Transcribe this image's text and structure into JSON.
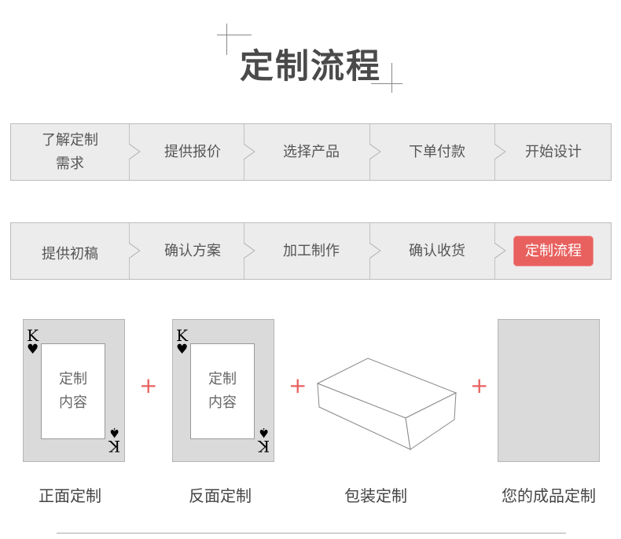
{
  "header": {
    "title": "定制流程"
  },
  "steps_row_1": [
    {
      "label_line1": "了解定制",
      "label_line2": "需求"
    },
    {
      "label_line1": "提供报价",
      "label_line2": ""
    },
    {
      "label_line1": "选择产品",
      "label_line2": ""
    },
    {
      "label_line1": "下单付款",
      "label_line2": ""
    },
    {
      "label_line1": "开始设计",
      "label_line2": ""
    }
  ],
  "steps_row_2": [
    {
      "label": "提供初稿"
    },
    {
      "label": "确认方案"
    },
    {
      "label": "加工制作"
    },
    {
      "label": "确认收货"
    },
    {
      "label": "定制流程"
    }
  ],
  "cards": {
    "rank": "K",
    "suit_glyph": "♥",
    "suit_glyph_bottom": "♠",
    "front_content_line1": "定制",
    "front_content_line2": "内容",
    "back_content_line1": "定制",
    "back_content_line2": "内容"
  },
  "plus_sign": "+",
  "captions": {
    "front": "正面定制",
    "back": "反面定制",
    "packaging": "包装定制",
    "finished": "您的成品定制"
  },
  "colors": {
    "accent": "#e8615f",
    "panel_bg": "#ececec",
    "panel_border": "#bcbcbc",
    "title": "#4a4a4a"
  }
}
